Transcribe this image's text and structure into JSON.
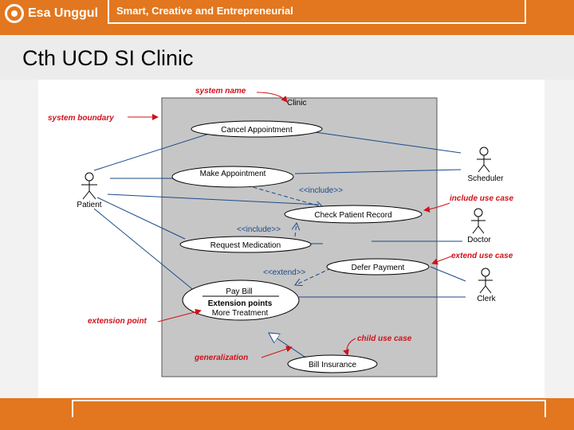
{
  "header": {
    "logo_text": "Esa Unggul",
    "tagline": "Smart, Creative and Entrepreneurial",
    "brand_color": "#e2771f"
  },
  "page": {
    "title": "Cth UCD SI Clinic"
  },
  "diagram": {
    "system_label": "Clinic",
    "use_cases": {
      "cancel": "Cancel Appointment",
      "make": "Make Appointment",
      "check": "Check Patient Record",
      "request": "Request Medication",
      "defer": "Defer Payment",
      "paybill": "Pay Bill",
      "ext_points": "Extension points",
      "more_treatment": "More Treatment",
      "bill_insurance": "Bill Insurance"
    },
    "actors": {
      "patient": "Patient",
      "scheduler": "Scheduler",
      "doctor": "Doctor",
      "clerk": "Clerk"
    },
    "stereotypes": {
      "include1": "<<include>>",
      "include2": "<<include>>",
      "extend": "<<extend>>"
    },
    "annotations": {
      "system_name": "system name",
      "system_boundary": "system boundary",
      "include_use_case": "include use case",
      "extend_use_case": "extend use case",
      "extension_point": "extension point",
      "child_use_case": "child use case",
      "generalization": "generalization"
    },
    "annotation_color": "#d0111a",
    "line_color": "#1a4a8a",
    "boundary_fill": "#c6c6c6"
  }
}
